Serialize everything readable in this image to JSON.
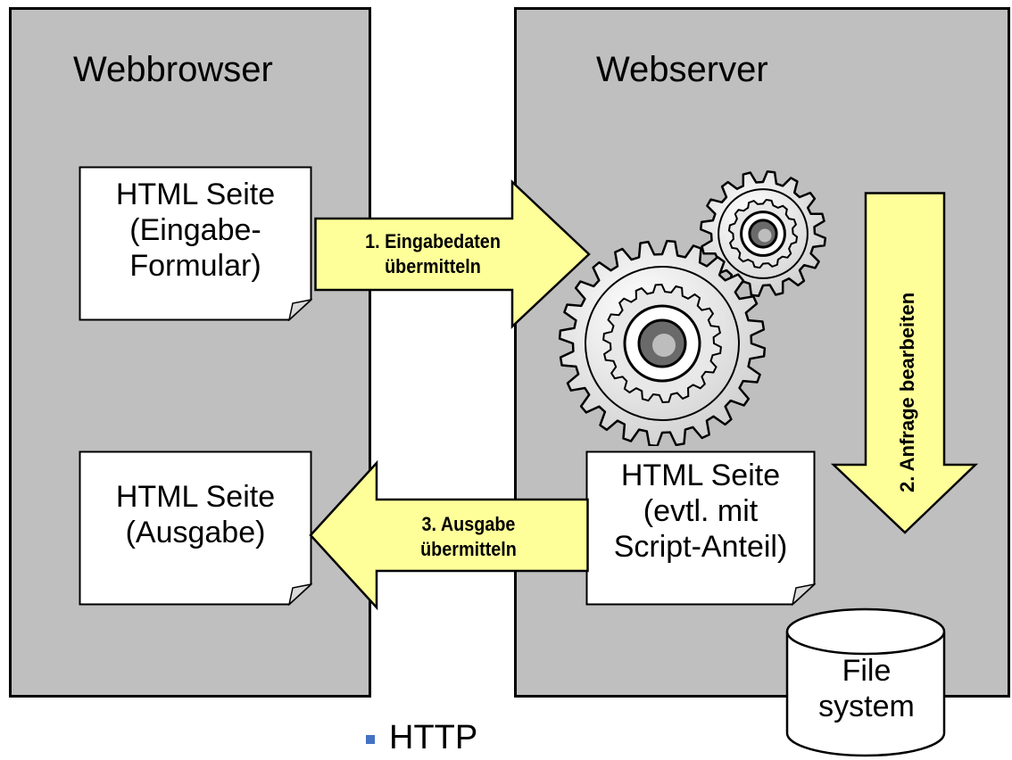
{
  "browser": {
    "title": "Webbrowser"
  },
  "server": {
    "title": "Webserver"
  },
  "input_page": {
    "lines": [
      "HTML Seite",
      "(Eingabe-",
      "Formular)"
    ]
  },
  "output_page": {
    "lines": [
      "HTML Seite",
      "(Ausgabe)"
    ]
  },
  "server_page": {
    "lines": [
      "HTML Seite",
      "(evtl. mit",
      "Script-Anteil)"
    ]
  },
  "arrow1": {
    "lines": [
      "1. Eingabedaten",
      "übermitteln"
    ]
  },
  "arrow2": {
    "label": "2. Anfrage bearbeiten"
  },
  "arrow3": {
    "lines": [
      "3. Ausgabe",
      "übermitteln"
    ]
  },
  "filesystem": {
    "lines": [
      "File",
      "system"
    ]
  },
  "protocol": {
    "label": "HTTP"
  },
  "colors": {
    "panel": "#bfbfbf",
    "arrow_fill": "#ffff99",
    "bullet": "#4472c4"
  }
}
